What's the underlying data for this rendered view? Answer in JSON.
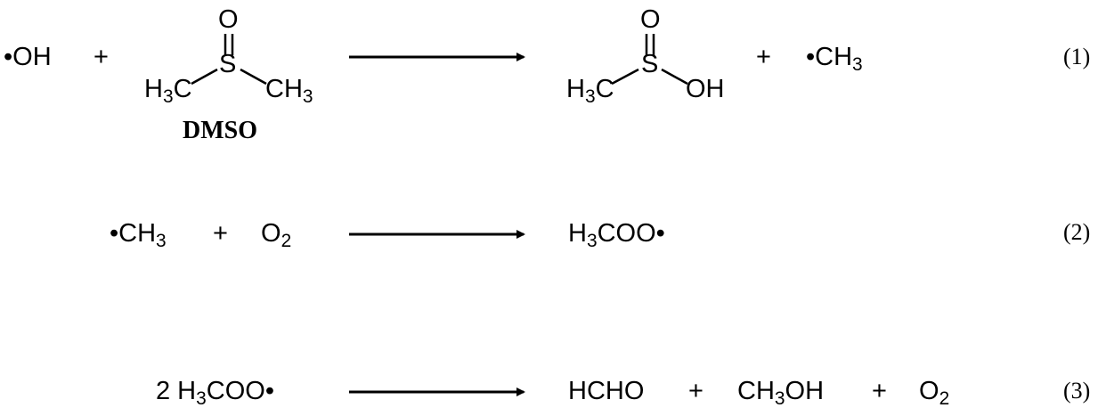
{
  "reactions": [
    {
      "number": "(1)",
      "reactant_radical": "•OH",
      "plus_1": "+",
      "dmso": {
        "atom_o": "O",
        "atom_s": "S",
        "left_group": "H",
        "left_sub": "3",
        "left_tail": "C",
        "right_group": "CH",
        "right_sub": "3",
        "name": "DMSO"
      },
      "product_acid": {
        "atom_o": "O",
        "atom_s": "S",
        "left_group": "H",
        "left_sub": "3",
        "left_tail": "C",
        "right_group": "OH"
      },
      "plus_2": "+",
      "product_radical": {
        "main": "•CH",
        "sub": "3"
      }
    },
    {
      "number": "(2)",
      "reactant_1": {
        "main": "•CH",
        "sub": "3"
      },
      "plus": "+",
      "reactant_2": {
        "main": "O",
        "sub": "2"
      },
      "product": {
        "pre": "H",
        "sub": "3",
        "post": "COO•"
      }
    },
    {
      "number": "(3)",
      "reactant": {
        "pre": "2 H",
        "sub": "3",
        "post": "COO•"
      },
      "product_1": "HCHO",
      "plus_1": "+",
      "product_2": {
        "pre": "CH",
        "sub": "3",
        "post": "OH"
      },
      "plus_2": "+",
      "product_3": {
        "main": "O",
        "sub": "2"
      }
    }
  ]
}
